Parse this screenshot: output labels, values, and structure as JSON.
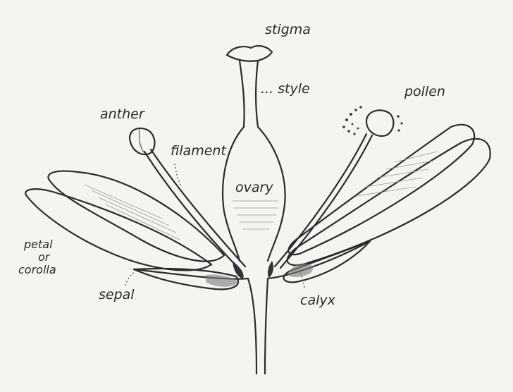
{
  "labels": {
    "stigma": "stigma",
    "style": "... style",
    "pollen": "pollen",
    "anther": "anther",
    "filament": "filament",
    "ovary": "ovary",
    "petal_line1": "petal",
    "petal_line2": "or",
    "petal_line3": "corolla",
    "sepal": "sepal",
    "calyx": "calyx"
  }
}
